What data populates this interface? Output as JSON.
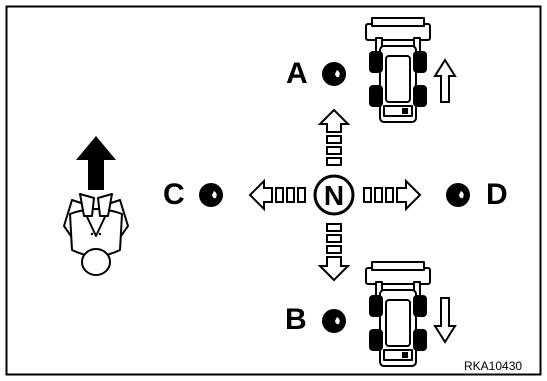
{
  "positions": {
    "a": "A",
    "b": "B",
    "c": "C",
    "d": "D"
  },
  "center_label": "N",
  "figure_code": "RKA10430",
  "icons": [
    "operator-arrow-icon",
    "operator-icon",
    "loader-icon",
    "direction-arrow-icon",
    "position-dot-icon"
  ]
}
